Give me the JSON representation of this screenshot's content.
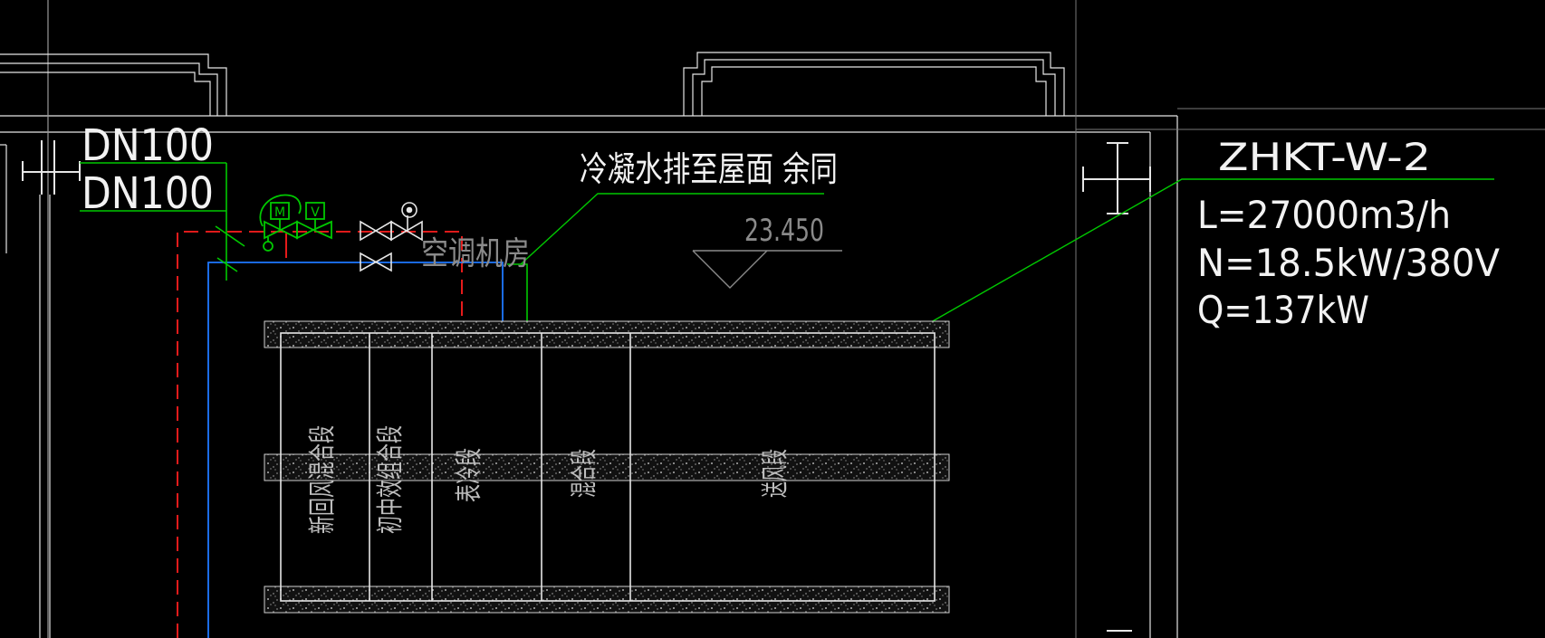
{
  "colors": {
    "background": "#000000",
    "outline": "#e6e6e6",
    "leader": "#00c800",
    "chilled_supply": "#1e78ff",
    "hot_return": "#ff1e1e",
    "valve": "#00c800",
    "label_white": "#f2f2f2",
    "label_gray": "#8a8a8a"
  },
  "pipe_labels": {
    "upper": "DN100",
    "lower": "DN100"
  },
  "valves": {
    "motor_valve_tag": "M",
    "valve_tag": "V"
  },
  "notes": {
    "condensate": "冷凝水排至屋面 余同",
    "room_name": "空调机房",
    "elevation": "23.450"
  },
  "unit": {
    "tag": "ZHKT-W-2",
    "airflow": "L=27000m3/h",
    "power": "N=18.5kW/380V",
    "capacity": "Q=137kW"
  },
  "sections": [
    {
      "name": "新回风混合段"
    },
    {
      "name": "初中效组合段"
    },
    {
      "name": "表冷段"
    },
    {
      "name": "混合段"
    },
    {
      "name": "送风段"
    }
  ]
}
